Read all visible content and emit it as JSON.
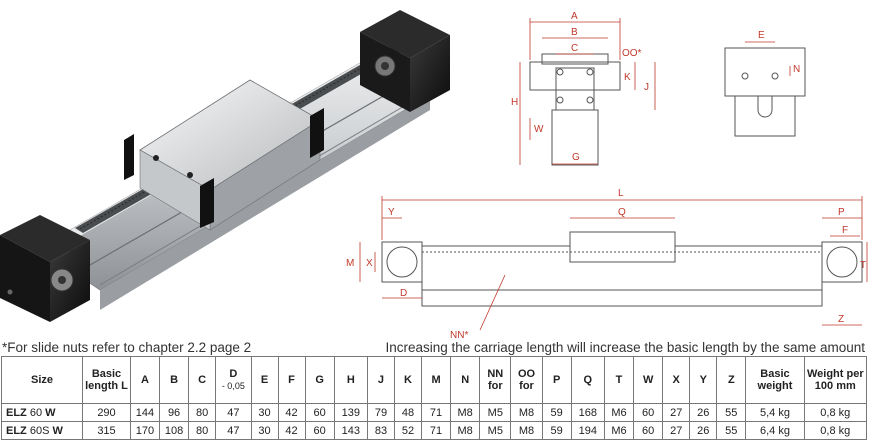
{
  "note_left": "*For slide nuts refer to chapter 2.2 page 2",
  "note_right": "Increasing the carriage length will increase the basic length by the same amount",
  "dimension_labels": {
    "A": "A",
    "B": "B",
    "C": "C",
    "OO": "OO*",
    "H": "H",
    "K": "K",
    "J": "J",
    "W": "W",
    "G": "G",
    "E": "E",
    "N": "N",
    "L": "L",
    "Q": "Q",
    "Y": "Y",
    "P": "P",
    "F": "F",
    "M": "M",
    "X": "X",
    "T": "T",
    "D": "D",
    "NN": "NN*",
    "Z": "Z"
  },
  "table": {
    "headers": [
      {
        "main": "Size",
        "sub": ""
      },
      {
        "main": "Basic length L",
        "sub": ""
      },
      {
        "main": "A",
        "sub": ""
      },
      {
        "main": "B",
        "sub": ""
      },
      {
        "main": "C",
        "sub": ""
      },
      {
        "main": "D",
        "sub": "- 0,05"
      },
      {
        "main": "E",
        "sub": ""
      },
      {
        "main": "F",
        "sub": ""
      },
      {
        "main": "G",
        "sub": ""
      },
      {
        "main": "H",
        "sub": ""
      },
      {
        "main": "J",
        "sub": ""
      },
      {
        "main": "K",
        "sub": ""
      },
      {
        "main": "M",
        "sub": ""
      },
      {
        "main": "N",
        "sub": ""
      },
      {
        "main": "NN for",
        "sub": ""
      },
      {
        "main": "OO for",
        "sub": ""
      },
      {
        "main": "P",
        "sub": ""
      },
      {
        "main": "Q",
        "sub": ""
      },
      {
        "main": "T",
        "sub": ""
      },
      {
        "main": "W",
        "sub": ""
      },
      {
        "main": "X",
        "sub": ""
      },
      {
        "main": "Y",
        "sub": ""
      },
      {
        "main": "Z",
        "sub": ""
      },
      {
        "main": "Basic weight",
        "sub": ""
      },
      {
        "main": "Weight per 100 mm",
        "sub": ""
      }
    ],
    "rows": [
      {
        "name_prefix": "ELZ",
        "name_size": "60",
        "name_suffix": "W",
        "cells": [
          "290",
          "144",
          "96",
          "80",
          "47",
          "30",
          "42",
          "60",
          "139",
          "79",
          "48",
          "71",
          "M8",
          "M5",
          "M8",
          "59",
          "168",
          "M6",
          "60",
          "27",
          "26",
          "55",
          "5,4 kg",
          "0,8 kg"
        ]
      },
      {
        "name_prefix": "ELZ",
        "name_size": "60S",
        "name_suffix": "W",
        "cells": [
          "315",
          "170",
          "108",
          "80",
          "47",
          "30",
          "42",
          "60",
          "143",
          "83",
          "52",
          "71",
          "M8",
          "M5",
          "M8",
          "59",
          "194",
          "M6",
          "60",
          "27",
          "26",
          "55",
          "6,4 kg",
          "0,8 kg"
        ]
      }
    ]
  }
}
